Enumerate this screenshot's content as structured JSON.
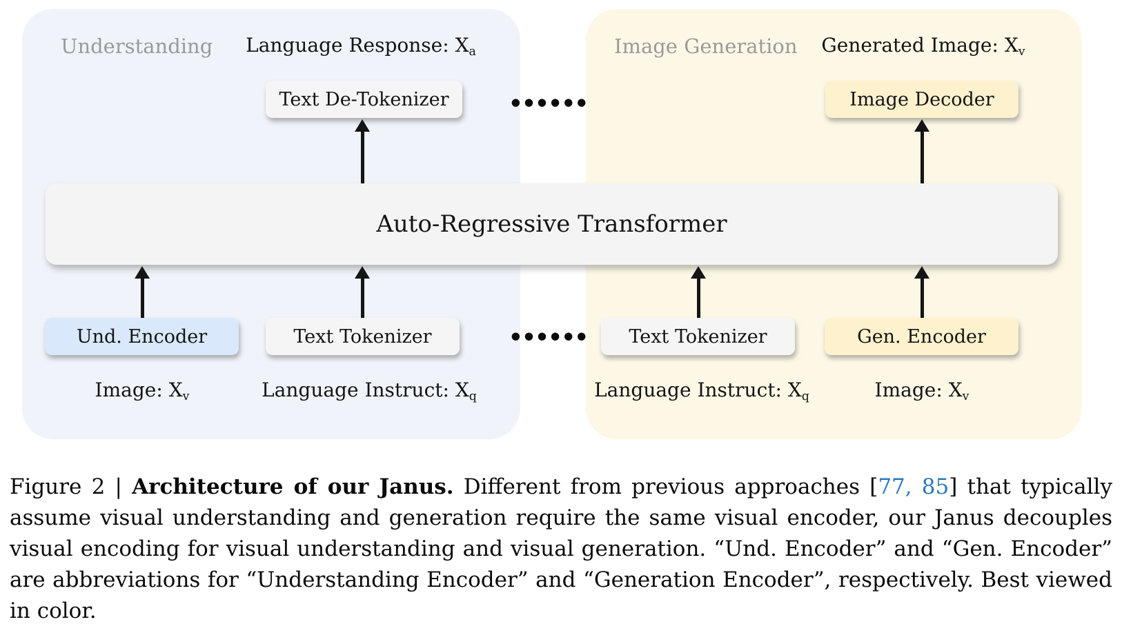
{
  "figure": {
    "transformer_box": "Auto-Regressive Transformer",
    "ellipsis": "●●●●●●",
    "understanding": {
      "section_label": "Understanding",
      "output_label": {
        "text": "Language Response: X",
        "sub": "a"
      },
      "de_tokenizer_box": "Text De-Tokenizer",
      "und_encoder_box": "Und. Encoder",
      "text_tokenizer_box": "Text Tokenizer",
      "image_input": {
        "text": "Image: X",
        "sub": "v"
      },
      "instruct_input": {
        "text": "Language Instruct: X",
        "sub": "q"
      }
    },
    "generation": {
      "section_label": "Image Generation",
      "output_label": {
        "text": "Generated Image: X",
        "sub": "v"
      },
      "image_decoder_box": "Image Decoder",
      "text_tokenizer_box": "Text Tokenizer",
      "gen_encoder_box": "Gen. Encoder",
      "instruct_input": {
        "text": "Language Instruct: X",
        "sub": "q"
      },
      "image_input": {
        "text": "Image: X",
        "sub": "v"
      }
    }
  },
  "caption": {
    "figure_label": "Figure 2 | ",
    "title": "Architecture of our Janus.",
    "body_before_citation": " Different from previous approaches [",
    "citation": "77, 85",
    "body_after_citation": "] that typically assume visual understanding and generation require the same visual encoder, our Janus decouples visual encoding for visual understanding and visual generation. “Und. Encoder” and “Gen. Encoder” are abbreviations for “Understanding Encoder” and “Generation Encoder”, respectively. Best viewed in color."
  },
  "colors": {
    "understanding_panel_bg": "#f0f3f9",
    "generation_panel_bg": "#fdf8e6",
    "neutral_box_bg": "#f5f5f6",
    "understanding_encoder_box_bg": "#d9e8fa",
    "generation_box_bg": "#fdf2cd",
    "citation_link_blue": "#2878be",
    "section_label_gray": "#9a9a9a"
  }
}
